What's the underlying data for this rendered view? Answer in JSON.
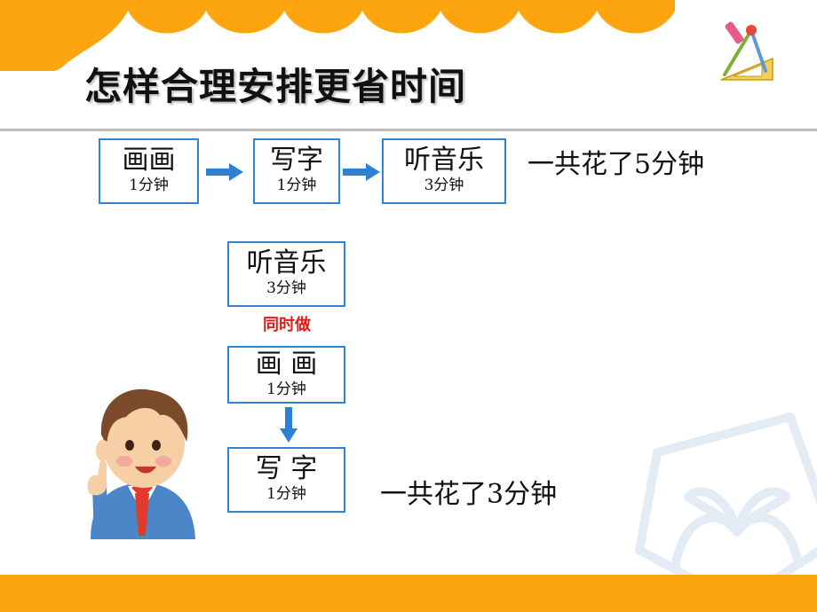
{
  "slide": {
    "title": "怎样合理安排更省时间",
    "accent_color": "#fca50f",
    "box_border_color": "#2f84d6",
    "arrow_color": "#2e7fd6",
    "hint_color": "#e21b1b",
    "icon": "ruler-compass-icon",
    "illustration": "boy-pointing-illustration",
    "watermark": "sprout-hands-watermark"
  },
  "plan_a": {
    "steps": [
      {
        "name": "画画",
        "duration": "1分钟"
      },
      {
        "name": "写字",
        "duration": "1分钟"
      },
      {
        "name": "听音乐",
        "duration": "3分钟"
      }
    ],
    "total": "一共花了5分钟"
  },
  "plan_b": {
    "parallel_step": {
      "name": "听音乐",
      "duration": "3分钟"
    },
    "simultaneous_label": "同时做",
    "steps": [
      {
        "name": "画 画",
        "duration": "1分钟"
      },
      {
        "name": "写 字",
        "duration": "1分钟"
      }
    ],
    "total": "一共花了3分钟"
  }
}
